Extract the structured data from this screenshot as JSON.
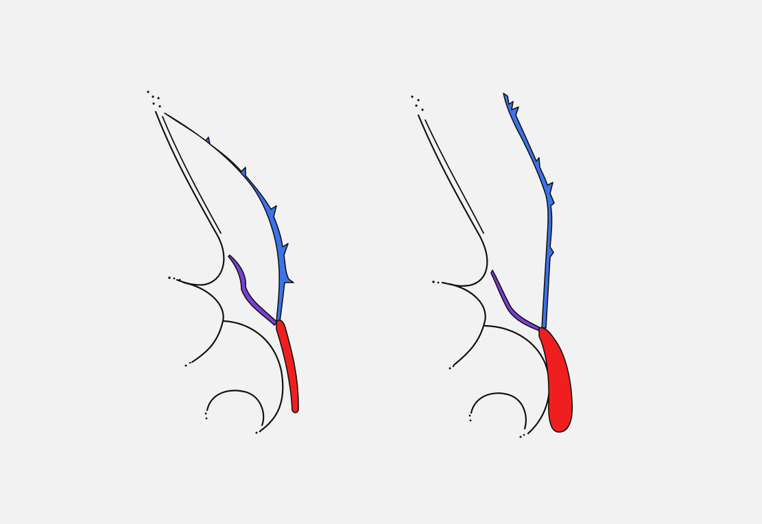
{
  "colors": {
    "background": "#f2f2f3",
    "line": "#111111",
    "blue_segment": "#3b74e8",
    "purple_segment": "#7a3fd6",
    "red_segment": "#f01f1f"
  },
  "panels": [
    {
      "id": "left",
      "blue_shape": "serrated-arch",
      "red_shape": "narrow-stem"
    },
    {
      "id": "right",
      "blue_shape": "serrated-branch",
      "red_shape": "thick-bulb"
    }
  ]
}
